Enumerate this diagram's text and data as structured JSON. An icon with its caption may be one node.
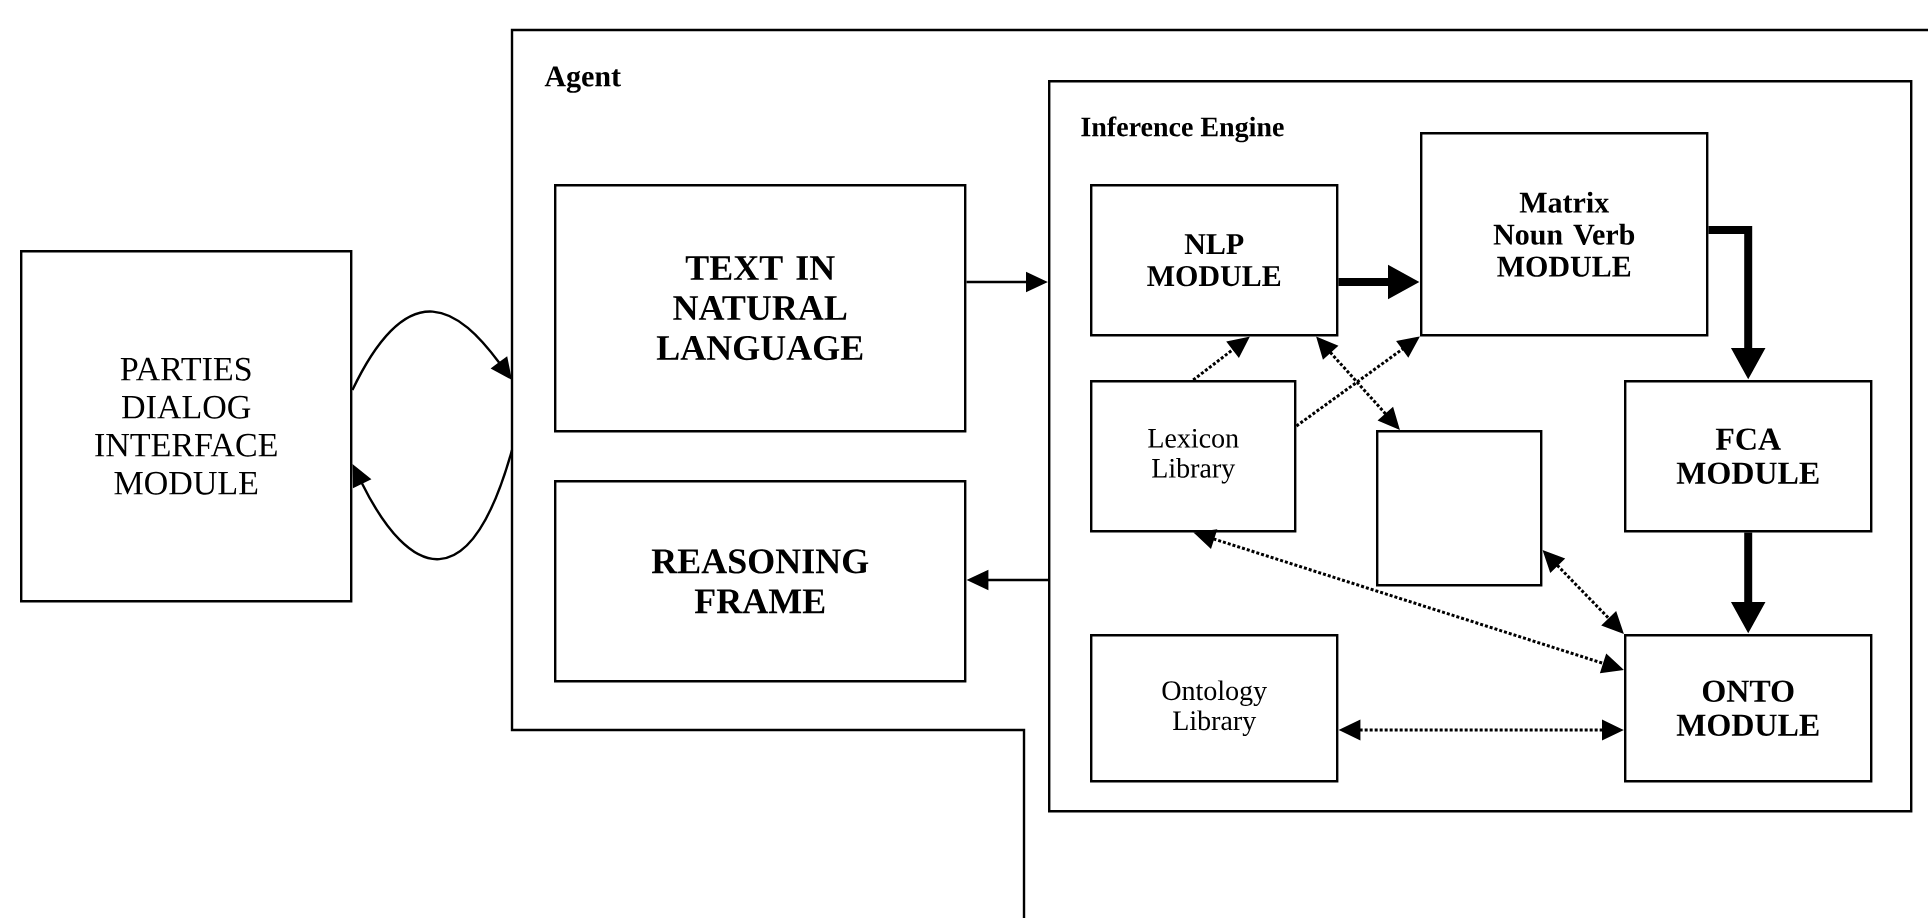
{
  "diagram": {
    "nodes": [
      {
        "text": [
          "PARTIES DIALOG INTERFACE MODULE"
        ]
      },
      {
        "text": [
          "Agent"
        ]
      },
      {
        "text": [
          "TEXT IN NATURAL LANGUAGE"
        ],
        "in": 1
      },
      {
        "text": [
          "REASONING FRAME"
        ],
        "in": 1
      },
      {
        "text": [
          "Inference Engine"
        ],
        "in": 1
      },
      {
        "text": [
          "NLP MODULE"
        ],
        "in": 4
      },
      {
        "text": [
          "Matrix Noun Verb MODULE"
        ],
        "in": 4
      },
      {
        "text": [
          "Lexicon Library"
        ],
        "in": 4
      },
      {
        "text": [],
        "shape": "box",
        "in": 4
      },
      {
        "text": [
          "FCA MODULE"
        ],
        "in": 4
      },
      {
        "text": [
          "Ontology Library"
        ],
        "in": 4
      },
      {
        "text": [
          "ONTO MODULE"
        ],
        "in": 4
      }
    ],
    "edges": [
      {
        "from": 0,
        "to": 1,
        "arrow": "to"
      },
      {
        "from": 1,
        "to": 0,
        "arrow": "to"
      },
      {
        "from": 2,
        "to": 4,
        "arrow": "to"
      },
      {
        "from": 4,
        "to": 3,
        "arrow": "to"
      },
      {
        "from": 5,
        "to": 6,
        "arrow": "to",
        "style": "thick"
      },
      {
        "from": 6,
        "to": 9,
        "arrow": "to",
        "style": "thick"
      },
      {
        "from": 9,
        "to": 11,
        "arrow": "to",
        "style": "thick"
      },
      {
        "from": 7,
        "to": 5,
        "arrow": "to",
        "style": "dashed"
      },
      {
        "from": 5,
        "to": 8,
        "arrow": "both",
        "style": "dashed"
      },
      {
        "from": 7,
        "to": 6,
        "arrow": "to",
        "style": "dashed"
      },
      {
        "from": 8,
        "to": 11,
        "arrow": "both",
        "style": "dashed"
      },
      {
        "from": 7,
        "to": 11,
        "arrow": "both",
        "style": "dashed"
      },
      {
        "from": 10,
        "to": 11,
        "arrow": "both",
        "style": "dashed"
      }
    ]
  }
}
